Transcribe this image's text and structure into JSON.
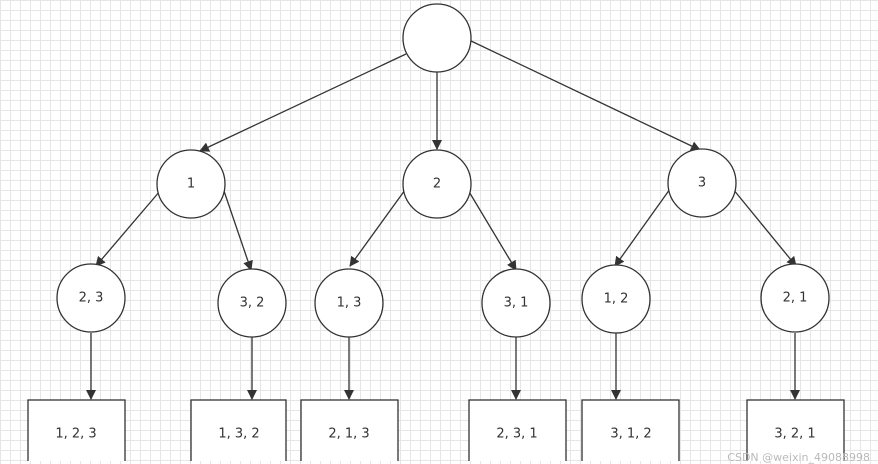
{
  "diagram": {
    "root": {
      "label": ""
    },
    "level1": [
      {
        "label": "1"
      },
      {
        "label": "2"
      },
      {
        "label": "3"
      }
    ],
    "level2": [
      {
        "label": "2, 3"
      },
      {
        "label": "3, 2"
      },
      {
        "label": "1, 3"
      },
      {
        "label": "3, 1"
      },
      {
        "label": "1, 2"
      },
      {
        "label": "2, 1"
      }
    ],
    "leaves": [
      {
        "label": "1, 2, 3"
      },
      {
        "label": "1, 3, 2"
      },
      {
        "label": "2, 1, 3"
      },
      {
        "label": "2, 3, 1"
      },
      {
        "label": "3, 1, 2"
      },
      {
        "label": "3, 2, 1"
      }
    ]
  },
  "watermark": "CSDN @weixin_49088998"
}
